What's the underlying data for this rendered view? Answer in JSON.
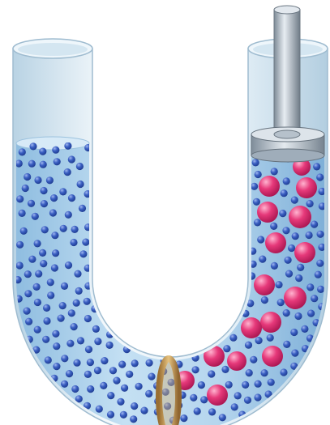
{
  "diagram": {
    "subject": "osmosis-u-tube",
    "left_arm": {
      "contents": "pure-solvent",
      "solute_particle_count": 0
    },
    "right_arm": {
      "contents": "solution",
      "has_piston": true
    },
    "membrane": {
      "type": "semipermeable",
      "location": "bottom-of-u-tube"
    },
    "particles": {
      "solvent_color": "#2f56b8",
      "solute_color": "#e0306e"
    },
    "colors": {
      "liquid": "#b7d6ee",
      "glass": "#dfeef7",
      "membrane": "#c8a060",
      "piston": "#a9b7c4"
    }
  }
}
